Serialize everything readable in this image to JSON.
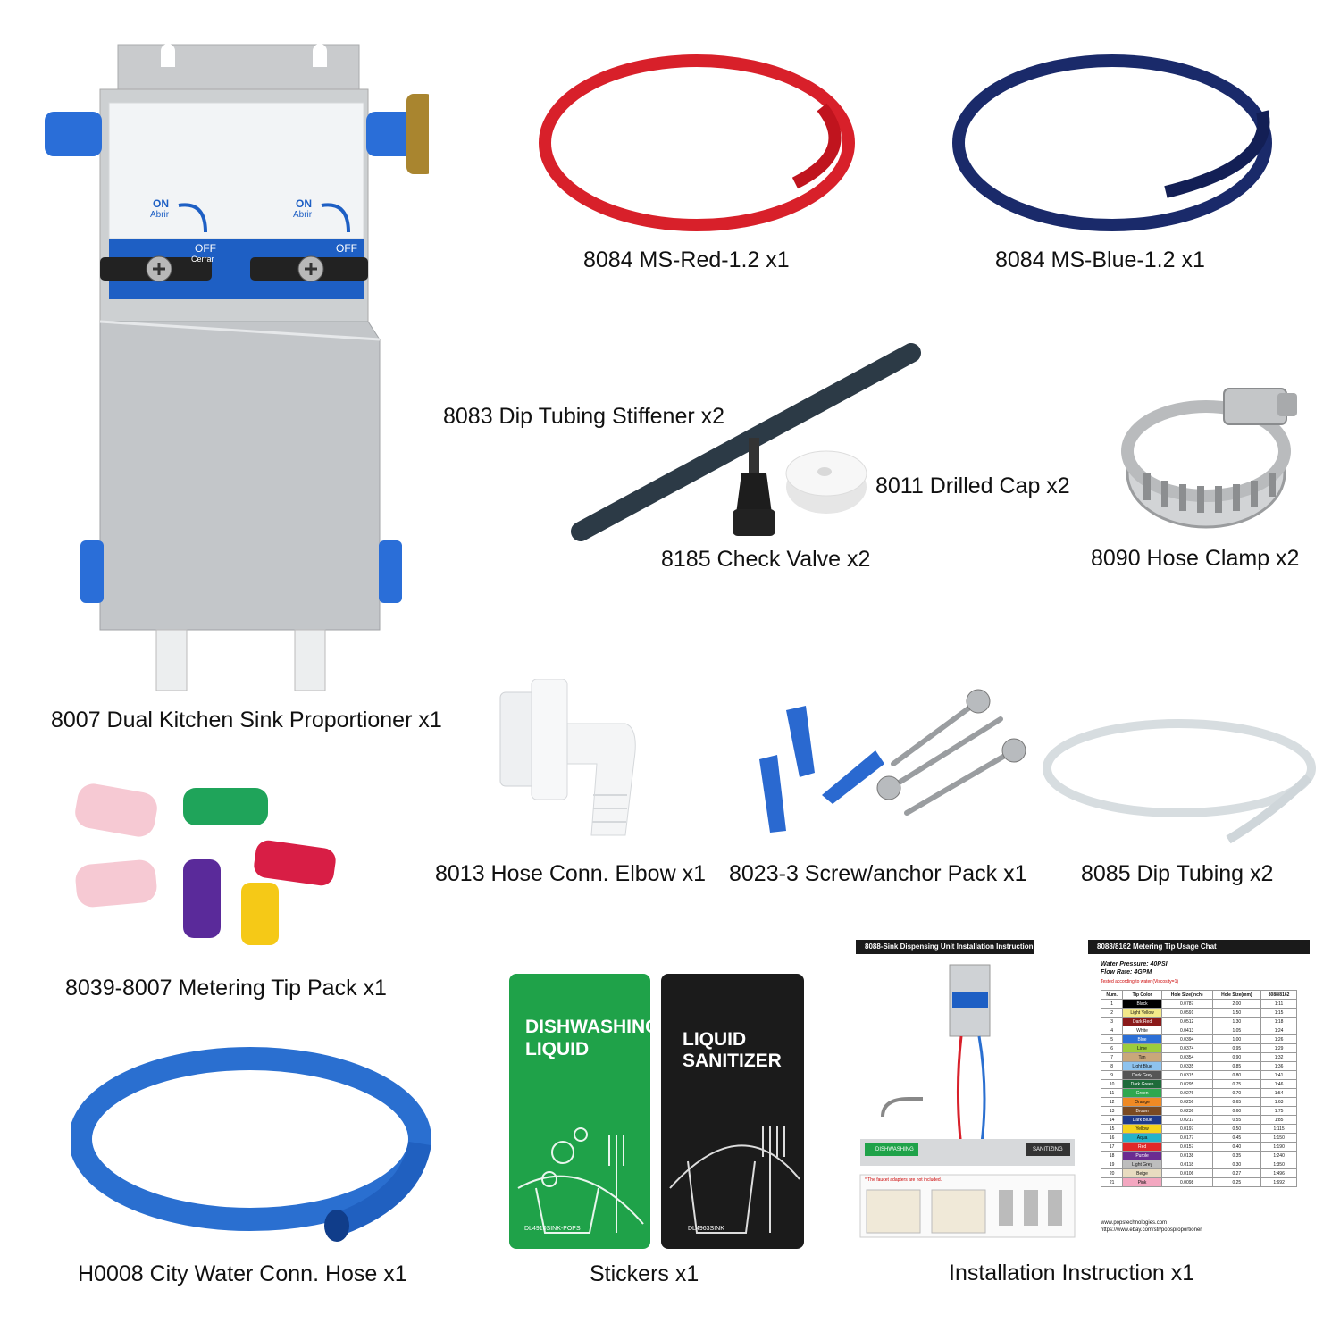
{
  "items": [
    {
      "id": "proportioner",
      "label": "8007 Dual Kitchen Sink Proportioner x1"
    },
    {
      "id": "red-tube",
      "label": "8084 MS-Red-1.2  x1"
    },
    {
      "id": "blue-tube",
      "label": "8084 MS-Blue-1.2  x1"
    },
    {
      "id": "stiffener",
      "label": "8083 Dip Tubing Stiffener x2"
    },
    {
      "id": "drilled-cap",
      "label": "8011 Drilled Cap x2"
    },
    {
      "id": "check-valve",
      "label": "8185 Check Valve x2"
    },
    {
      "id": "hose-clamp",
      "label": "8090 Hose Clamp x2"
    },
    {
      "id": "elbow",
      "label": "8013 Hose Conn. Elbow x1"
    },
    {
      "id": "screw-pack",
      "label": "8023-3 Screw/anchor Pack x1"
    },
    {
      "id": "dip-tubing",
      "label": "8085 Dip Tubing x2"
    },
    {
      "id": "metering-tips",
      "label": "8039-8007 Metering Tip Pack x1"
    },
    {
      "id": "water-hose",
      "label": "H0008 City Water Conn. Hose x1"
    },
    {
      "id": "stickers",
      "label": "Stickers x1"
    },
    {
      "id": "instruction",
      "label": "Installation Instruction x1"
    }
  ],
  "proportioner_panel": {
    "on_left": "ON",
    "abrir_left": "Abrir",
    "off_left": "OFF",
    "cerrar_left": "Cerrar",
    "on_right": "ON",
    "abrir_right": "Abrir",
    "off_right": "OFF"
  },
  "stickers": {
    "dish_line1": "DISHWASHING",
    "dish_line2": "LIQUID",
    "dish_code": "DL4910SINK-POPS",
    "san_line1": "LIQUID",
    "san_line2": "SANITIZER",
    "san_code": "DL4963SINK"
  },
  "instruction_sheet": {
    "left_title": "8088-Sink Dispensing Unit Installation Instruction",
    "dish_label": "DISHWASHING",
    "san_label": "SANITIZING",
    "note": "* The faucet adapters are not included.",
    "right_title": "8088/8162 Metering Tip Usage Chat",
    "water_pressure": "Water Pressure: 40PSI",
    "flow_rate": "Flow Rate: 4GPM",
    "tested": "Tested according to water (Viscosity=1)",
    "headers": [
      "Num.",
      "Tip Color",
      "Hole Size(inch)",
      "Hole Size(mm)",
      "8088/8162"
    ],
    "rows": [
      [
        "1",
        "Black",
        "0.0787",
        "2.00",
        "1:11"
      ],
      [
        "2",
        "Light Yellow",
        "0.0591",
        "1.50",
        "1:15"
      ],
      [
        "3",
        "Dark Red",
        "0.0512",
        "1.30",
        "1:18"
      ],
      [
        "4",
        "White",
        "0.0413",
        "1.05",
        "1:24"
      ],
      [
        "5",
        "Blue",
        "0.0394",
        "1.00",
        "1:26"
      ],
      [
        "6",
        "Lime",
        "0.0374",
        "0.95",
        "1:29"
      ],
      [
        "7",
        "Tan",
        "0.0354",
        "0.90",
        "1:32"
      ],
      [
        "8",
        "Light Blue",
        "0.0335",
        "0.85",
        "1:36"
      ],
      [
        "9",
        "Dark Grey",
        "0.0315",
        "0.80",
        "1:41"
      ],
      [
        "10",
        "Dark Green",
        "0.0295",
        "0.75",
        "1:46"
      ],
      [
        "11",
        "Green",
        "0.0276",
        "0.70",
        "1:54"
      ],
      [
        "12",
        "Orange",
        "0.0256",
        "0.65",
        "1:63"
      ],
      [
        "13",
        "Brown",
        "0.0236",
        "0.60",
        "1:75"
      ],
      [
        "14",
        "Dark Blue",
        "0.0217",
        "0.55",
        "1:85"
      ],
      [
        "15",
        "Yellow",
        "0.0197",
        "0.50",
        "1:115"
      ],
      [
        "16",
        "Aqua",
        "0.0177",
        "0.45",
        "1:150"
      ],
      [
        "17",
        "Red",
        "0.0157",
        "0.40",
        "1:190"
      ],
      [
        "18",
        "Purple",
        "0.0138",
        "0.35",
        "1:240"
      ],
      [
        "19",
        "Light Grey",
        "0.0118",
        "0.30",
        "1:350"
      ],
      [
        "20",
        "Beige",
        "0.0106",
        "0.27",
        "1:496"
      ],
      [
        "21",
        "Pink",
        "0.0098",
        "0.25",
        "1:692"
      ]
    ],
    "row_colors": [
      "#000000",
      "#f3e98a",
      "#8b1a1a",
      "#ffffff",
      "#2c6fd6",
      "#9ccc3c",
      "#c9a77a",
      "#8ec3ee",
      "#555555",
      "#1e6b3a",
      "#2fa84f",
      "#f08a24",
      "#7a4a22",
      "#1f3a8a",
      "#f5d31c",
      "#25b3c9",
      "#e02828",
      "#6a2c91",
      "#bdbdbd",
      "#e8dcc0",
      "#f3a7c0"
    ],
    "url1": "www.popstechnologies.com",
    "url2": "https://www.ebay.com/str/popsproportioner"
  }
}
